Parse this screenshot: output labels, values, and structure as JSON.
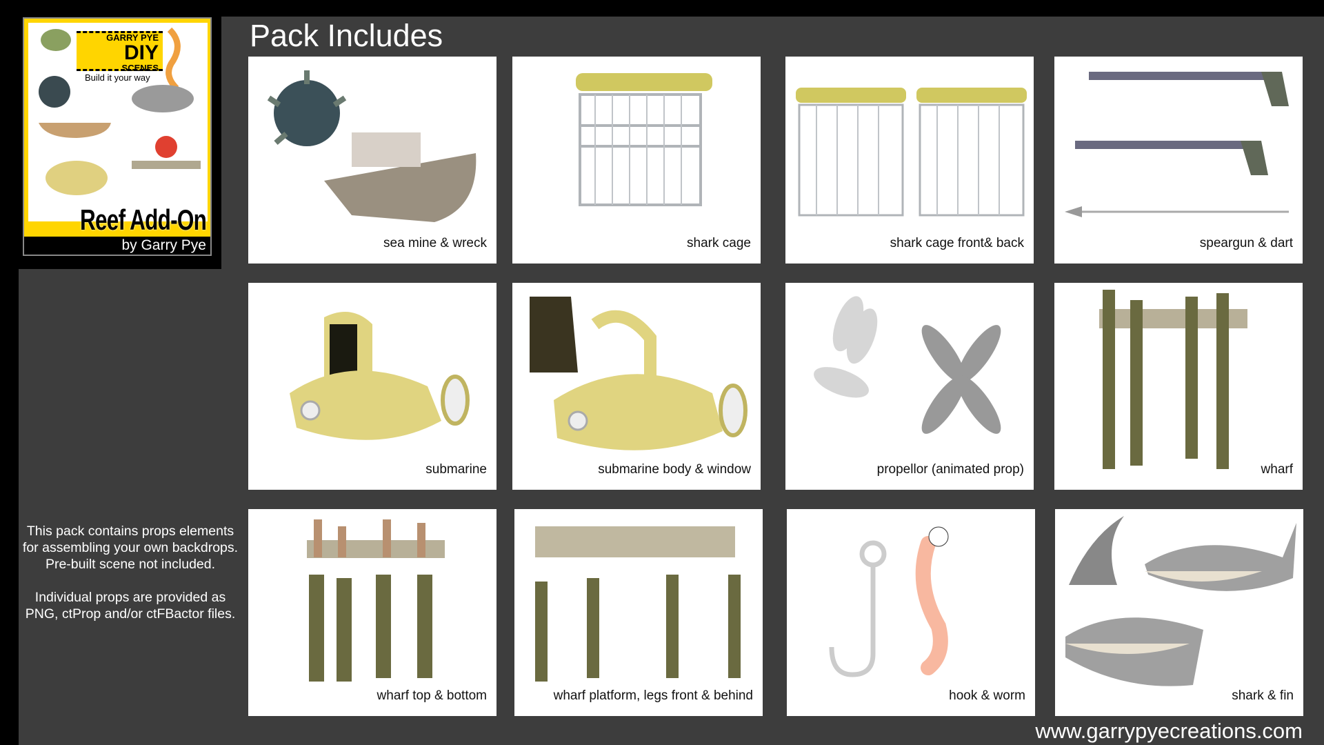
{
  "logo": {
    "brand_small": "GARRY PYE",
    "brand_diy": "DIY",
    "brand_scenes": "SCENES",
    "tagline": "Build it your way",
    "product": "Reef Add-On",
    "author": "by Garry Pye"
  },
  "title": "Pack Includes",
  "items": [
    {
      "label": "sea mine & wreck"
    },
    {
      "label": "shark cage"
    },
    {
      "label": "shark cage front& back"
    },
    {
      "label": "speargun & dart"
    },
    {
      "label": "submarine"
    },
    {
      "label": "submarine body & window"
    },
    {
      "label": "propellor (animated prop)"
    },
    {
      "label": "wharf"
    },
    {
      "label": "wharf top & bottom"
    },
    {
      "label": "wharf platform, legs front & behind"
    },
    {
      "label": "hook & worm"
    },
    {
      "label": "shark & fin"
    }
  ],
  "info": {
    "line1": "This pack contains props elements",
    "line2": "for assembling your own backdrops.",
    "line3": "Pre-built scene not included.",
    "line4": "Individual props are provided as",
    "line5": "PNG, ctProp and/or ctFBactor files."
  },
  "footer_url": "www.garrypyecreations.com",
  "colors": {
    "background": "#3d3d3d",
    "logo_yellow": "#ffd500"
  }
}
